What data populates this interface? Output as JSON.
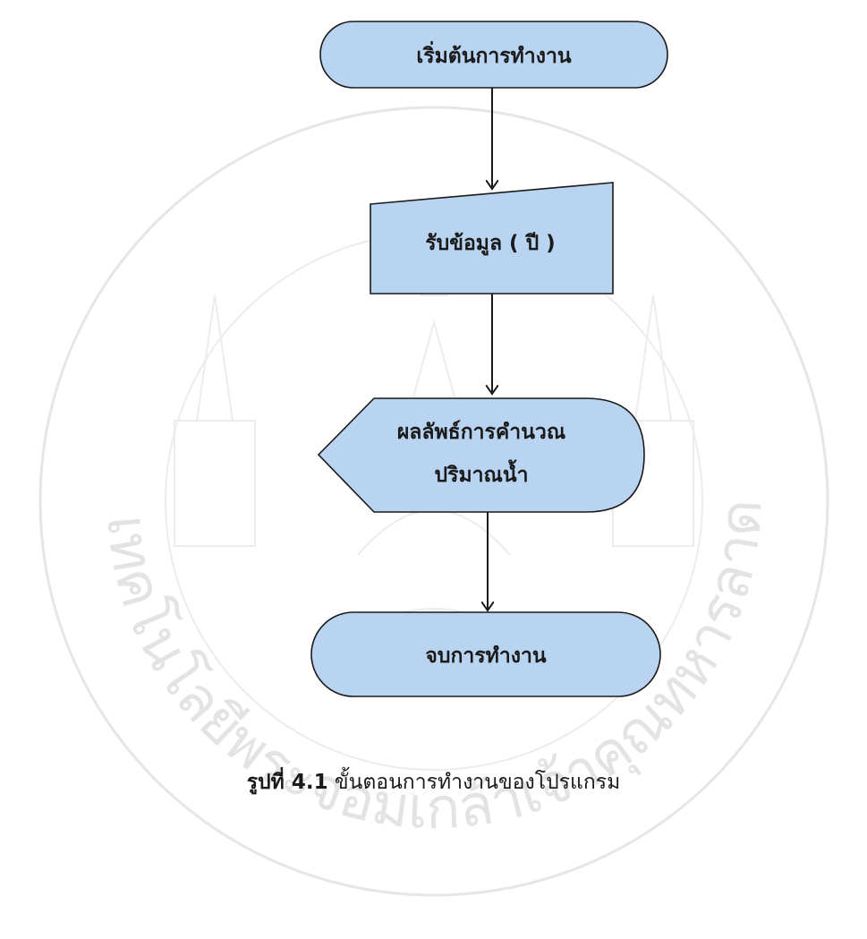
{
  "flowchart": {
    "start_label": "เริ่มต้นการทำงาน",
    "input_label": "รับข้อมูล ( ปี )",
    "display_line1": "ผลลัพธ์การคำนวณ",
    "display_line2": "ปริมาณน้ำ",
    "end_label": "จบการทำงาน"
  },
  "caption": {
    "label": "รูปที่ 4.1",
    "text": "ขั้นตอนการทำงานของโปรแกรม"
  },
  "watermark": {
    "text": "สถาบันเทคโนโลยีพระจอมเกล้าเจ้าคุณทหารลาดกระบัง"
  },
  "colors": {
    "shape_fill": "#b8d4f0",
    "shape_stroke": "#1a1a1a",
    "watermark": "#e3e3e3"
  }
}
